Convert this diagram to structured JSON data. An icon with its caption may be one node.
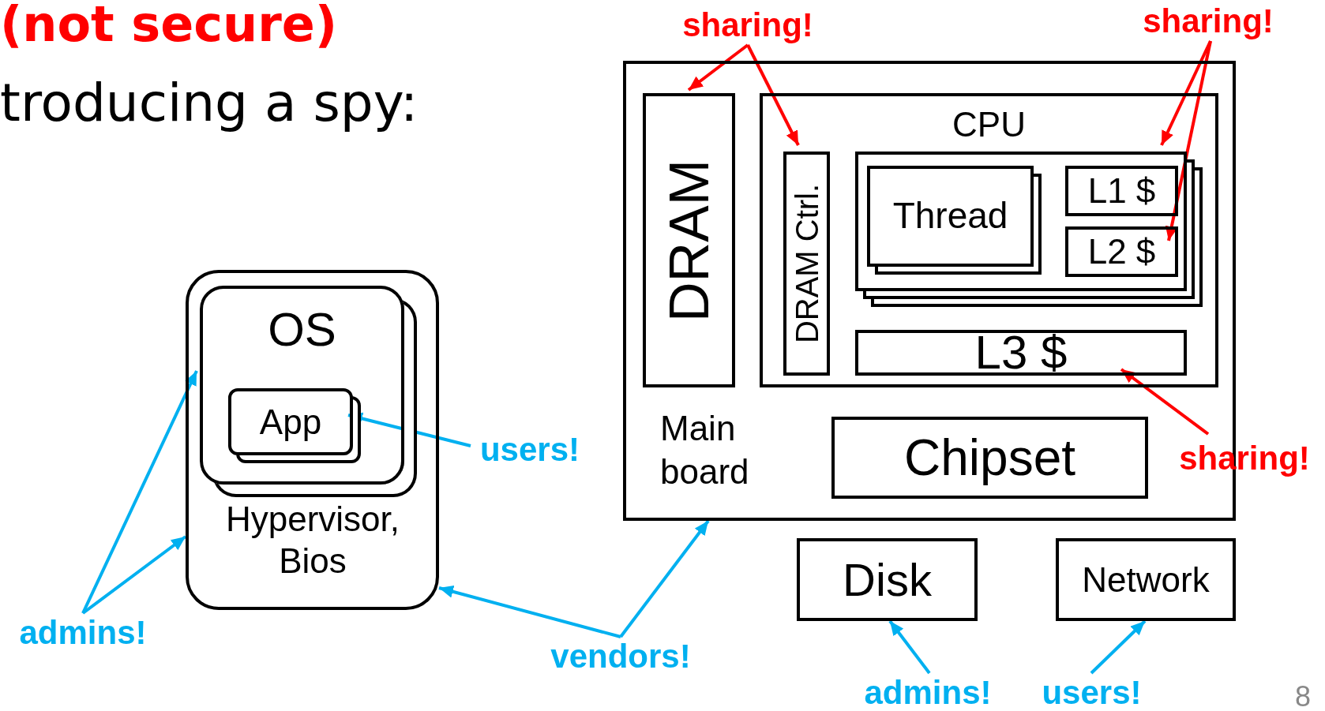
{
  "diagram": {
    "nodes": [
      {
        "text": [
          "Hypervisor, Bios"
        ]
      },
      {
        "text": [
          "OS"
        ],
        "in": 0
      },
      {
        "text": [
          "App"
        ],
        "in": 1
      },
      {
        "text": [
          "Main board"
        ]
      },
      {
        "text": [
          "DRAM"
        ],
        "in": 3
      },
      {
        "text": [
          "CPU"
        ],
        "in": 3
      },
      {
        "text": [
          "DRAM Ctrl."
        ],
        "in": 5
      },
      {
        "text": [],
        "shape": "box",
        "in": 5
      },
      {
        "text": [
          "Thread"
        ],
        "in": 7
      },
      {
        "text": [
          "L1 $"
        ],
        "in": 7
      },
      {
        "text": [
          "L2 $"
        ],
        "in": 7
      },
      {
        "text": [
          "L3 $"
        ],
        "in": 5
      },
      {
        "text": [
          "Chipset"
        ],
        "in": 3
      },
      {
        "text": [
          "Disk"
        ]
      },
      {
        "text": [
          "Network"
        ]
      },
      {
        "text": [
          "sharing!"
        ]
      },
      {
        "text": [
          "sharing!"
        ]
      },
      {
        "text": [
          "sharing!"
        ]
      },
      {
        "text": [
          "users!"
        ]
      },
      {
        "text": [
          "admins!"
        ]
      },
      {
        "text": [
          "vendors!"
        ]
      },
      {
        "text": [
          "admins!"
        ]
      },
      {
        "text": [
          "users!"
        ]
      }
    ],
    "edges": [
      {
        "from": 15,
        "to": 4,
        "arrow": "to",
        "color": "#ff0000"
      },
      {
        "from": 15,
        "to": 6,
        "arrow": "to",
        "color": "#ff0000"
      },
      {
        "from": 16,
        "to": 7,
        "arrow": "to",
        "color": "#ff0000"
      },
      {
        "from": 16,
        "to": 10,
        "arrow": "to",
        "color": "#ff0000"
      },
      {
        "from": 17,
        "to": 11,
        "arrow": "to",
        "color": "#ff0000"
      },
      {
        "from": 18,
        "to": 2,
        "arrow": "to"
      },
      {
        "from": 19,
        "to": 1,
        "arrow": "to"
      },
      {
        "from": 19,
        "to": 0,
        "arrow": "to"
      },
      {
        "from": 20,
        "to": 0,
        "arrow": "to"
      },
      {
        "from": 20,
        "to": 3,
        "arrow": "to"
      },
      {
        "from": 21,
        "to": 13,
        "arrow": "to"
      },
      {
        "from": 22,
        "to": 14,
        "arrow": "to"
      }
    ],
    "labels": [
      "(not secure)",
      "troducing a spy:",
      "8"
    ]
  }
}
